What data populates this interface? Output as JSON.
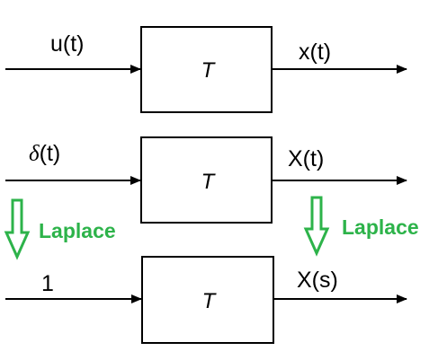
{
  "colors": {
    "line": "#000000",
    "laplace_green": "#2db34a"
  },
  "rows": [
    {
      "input_label": "u(t)",
      "block_label": "T",
      "output_label": "x(t)"
    },
    {
      "input_label_symbol": "δ",
      "input_label_rest": "(t)",
      "block_label": "T",
      "output_label": "X(t)"
    },
    {
      "input_label": "1",
      "block_label": "T",
      "output_label": "X(s)"
    }
  ],
  "transforms": {
    "left_label": "Laplace",
    "right_label": "Laplace",
    "arrow_icon": "down-arrow-outline-icon"
  }
}
